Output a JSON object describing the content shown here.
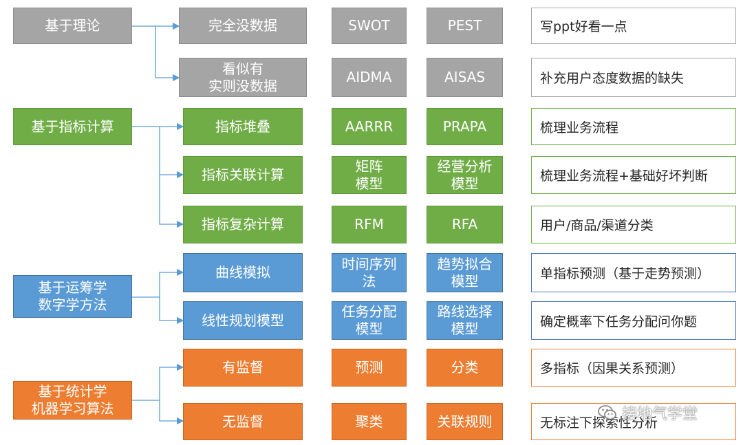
{
  "rows": [
    {
      "group": "基于理论",
      "method": "完全没数据",
      "m1": "SWOT",
      "m2": "PEST",
      "note": "写ppt好看一点"
    },
    {
      "method": "看似有\n实则没数据",
      "m1": "AIDMA",
      "m2": "AISAS",
      "note": "补充用户态度数据的缺失"
    },
    {
      "group": "基于指标计算",
      "method": "指标堆叠",
      "m1": "AARRR",
      "m2": "PRAPA",
      "note": "梳理业务流程"
    },
    {
      "method": "指标关联计算",
      "m1": "矩阵\n模型",
      "m2": "经营分析\n模型",
      "note": "梳理业务流程+基础好坏判断"
    },
    {
      "method": "指标复杂计算",
      "m1": "RFM",
      "m2": "RFA",
      "note": "用户/商品/渠道分类"
    },
    {
      "group": "基于运筹学\n数字学方法",
      "method": "曲线模拟",
      "m1": "时间序列\n法",
      "m2": "趋势拟合\n模型",
      "note": "单指标预测（基于走势预测）"
    },
    {
      "method": "线性规划模型",
      "m1": "任务分配\n模型",
      "m2": "路线选择\n模型",
      "note": "确定概率下任务分配问你题"
    },
    {
      "group": "基于统计学\n机器学习算法",
      "method": "有监督",
      "m1": "预测",
      "m2": "分类",
      "note": "多指标（因果关系预测）"
    },
    {
      "method": "无监督",
      "m1": "聚类",
      "m2": "关联规则",
      "note": "无标注下探索性分析"
    }
  ],
  "watermark": "接地气学堂",
  "colors": {
    "gray": "#a5a5a5",
    "green": "#70ad47",
    "blue": "#5b9bd5",
    "orange": "#ed7d31",
    "connector": "#5b9bd5"
  }
}
